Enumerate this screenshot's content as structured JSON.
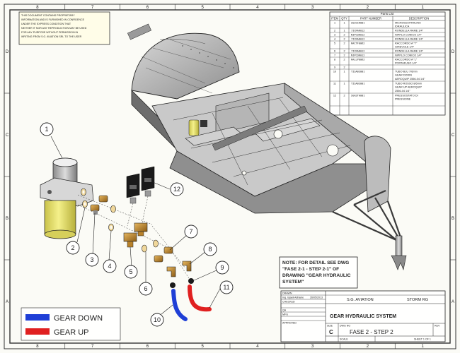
{
  "notice": [
    "THIS DOCUMENT CONTAINS PROPRIETARY",
    "INFORMATION AND IS FURNISHED IN CONFIDENCE",
    "UNDER THE EXPRESS CONDITION THAT",
    "NEITHER IT NOR ANY REPRODUCTION MAY BE USED",
    "FOR ANY PURPOSE WITHOUT PERMISSION IN",
    "WRITING FROM S.G. AVIATION SRL TO THE USER"
  ],
  "parts_list": {
    "title": "Parts List",
    "headers": [
      "ITEM",
      "QTY",
      "PART NUMBER",
      "DESCRIPTION"
    ],
    "rows": [
      {
        "item": "1",
        "qty": "1",
        "part": "SGSGCR001",
        "desc": [
          "MICROCENTRALINA",
          "IDRAULICA"
        ]
      },
      {
        "item": "2",
        "qty": "1",
        "part": "7ICRAR012",
        "desc": [
          "RONDELLA RAME 1/4\""
        ]
      },
      {
        "item": "3",
        "qty": "2",
        "part": "NIPCOR012",
        "desc": [
          "NIPPLO CONICO 1/4\""
        ]
      },
      {
        "item": "4",
        "qty": "2",
        "part": "7ICRAR012",
        "desc": [
          "RONDELLA RAME 1/4\""
        ]
      },
      {
        "item": "5",
        "qty": "2",
        "part": "RACTF0062",
        "desc": [
          "RACCORDO A \"T\"",
          "GIREVOLE 1/4\""
        ]
      },
      {
        "item": "6",
        "qty": "2",
        "part": "7ICRAR012",
        "desc": [
          "RONDELLA RAME 1/4\""
        ]
      },
      {
        "item": "7",
        "qty": "2",
        "part": "NIPCOR012",
        "desc": [
          "NIPPLO CONICO 1/4\""
        ]
      },
      {
        "item": "8",
        "qty": "2",
        "part": "RALLP0062",
        "desc": [
          "RACCORDO A \"L\"",
          "PORTAFUSO 1/4\""
        ]
      },
      {
        "item": "9",
        "qty": "2",
        "part": "",
        "desc": [
          ""
        ]
      },
      {
        "item": "10",
        "qty": "1",
        "part": "TISA03001",
        "desc": [
          "TUBO BLU 7/6mm",
          "GEAR DOWN",
          "AEROQUIP 2556-04 1/4\""
        ]
      },
      {
        "item": "11",
        "qty": "1",
        "part": "TISA03001",
        "desc": [
          "TUBO ROSSO 8/6mm",
          "GEAR UP AEROQUIP",
          "2556-04 1/4\""
        ]
      },
      {
        "item": "12",
        "qty": "2",
        "part": "SGASTA001",
        "desc": [
          "PRESSOSTATO DI",
          "PRESSIONE"
        ]
      }
    ]
  },
  "callouts": [
    "1",
    "2",
    "3",
    "4",
    "5",
    "6",
    "7",
    "8",
    "9",
    "10",
    "11",
    "12"
  ],
  "note": [
    "NOTE: FOR DETAIL SEE DWG",
    "\"FASE 2-1 - STEP 2-1\" OF",
    "DRAWING \"GEAR HYDRAULIC",
    "SYSTEM\""
  ],
  "legend": [
    {
      "label": "GEAR DOWN",
      "color": "#1f3fd6"
    },
    {
      "label": "GEAR UP",
      "color": "#e02020"
    }
  ],
  "title_block": {
    "drawn_label": "DRAWN",
    "drawn_by": "Ing. Isjaeli Adhanie",
    "drawn_date": "26/05/2013",
    "checked_label": "CHECKED",
    "qa_label": "QA",
    "mfg_label": "MFG",
    "approved_label": "APPROVED",
    "company": "S.G. AVIATION",
    "product": "STORM RG",
    "title": "GEAR HYDRAULIC SYSTEM",
    "size_label": "SIZE",
    "size": "C",
    "dwg_label": "DWG NO",
    "dwg": "FASE 2 - STEP 2",
    "rev_label": "REV",
    "scale_label": "SCALE",
    "sheet_label": "SHEET 1 OF 1"
  },
  "border": {
    "cols_top": [
      "8",
      "7",
      "6",
      "5",
      "4",
      "3",
      "2",
      "1"
    ],
    "rows_side": [
      "D",
      "C",
      "B",
      "A"
    ]
  },
  "colors": {
    "gear_down": "#1f3fd6",
    "gear_up": "#e02020",
    "reservoir": "#f2ee7a",
    "solenoid": "#1a1a1a",
    "fitting": "#b8812a"
  }
}
